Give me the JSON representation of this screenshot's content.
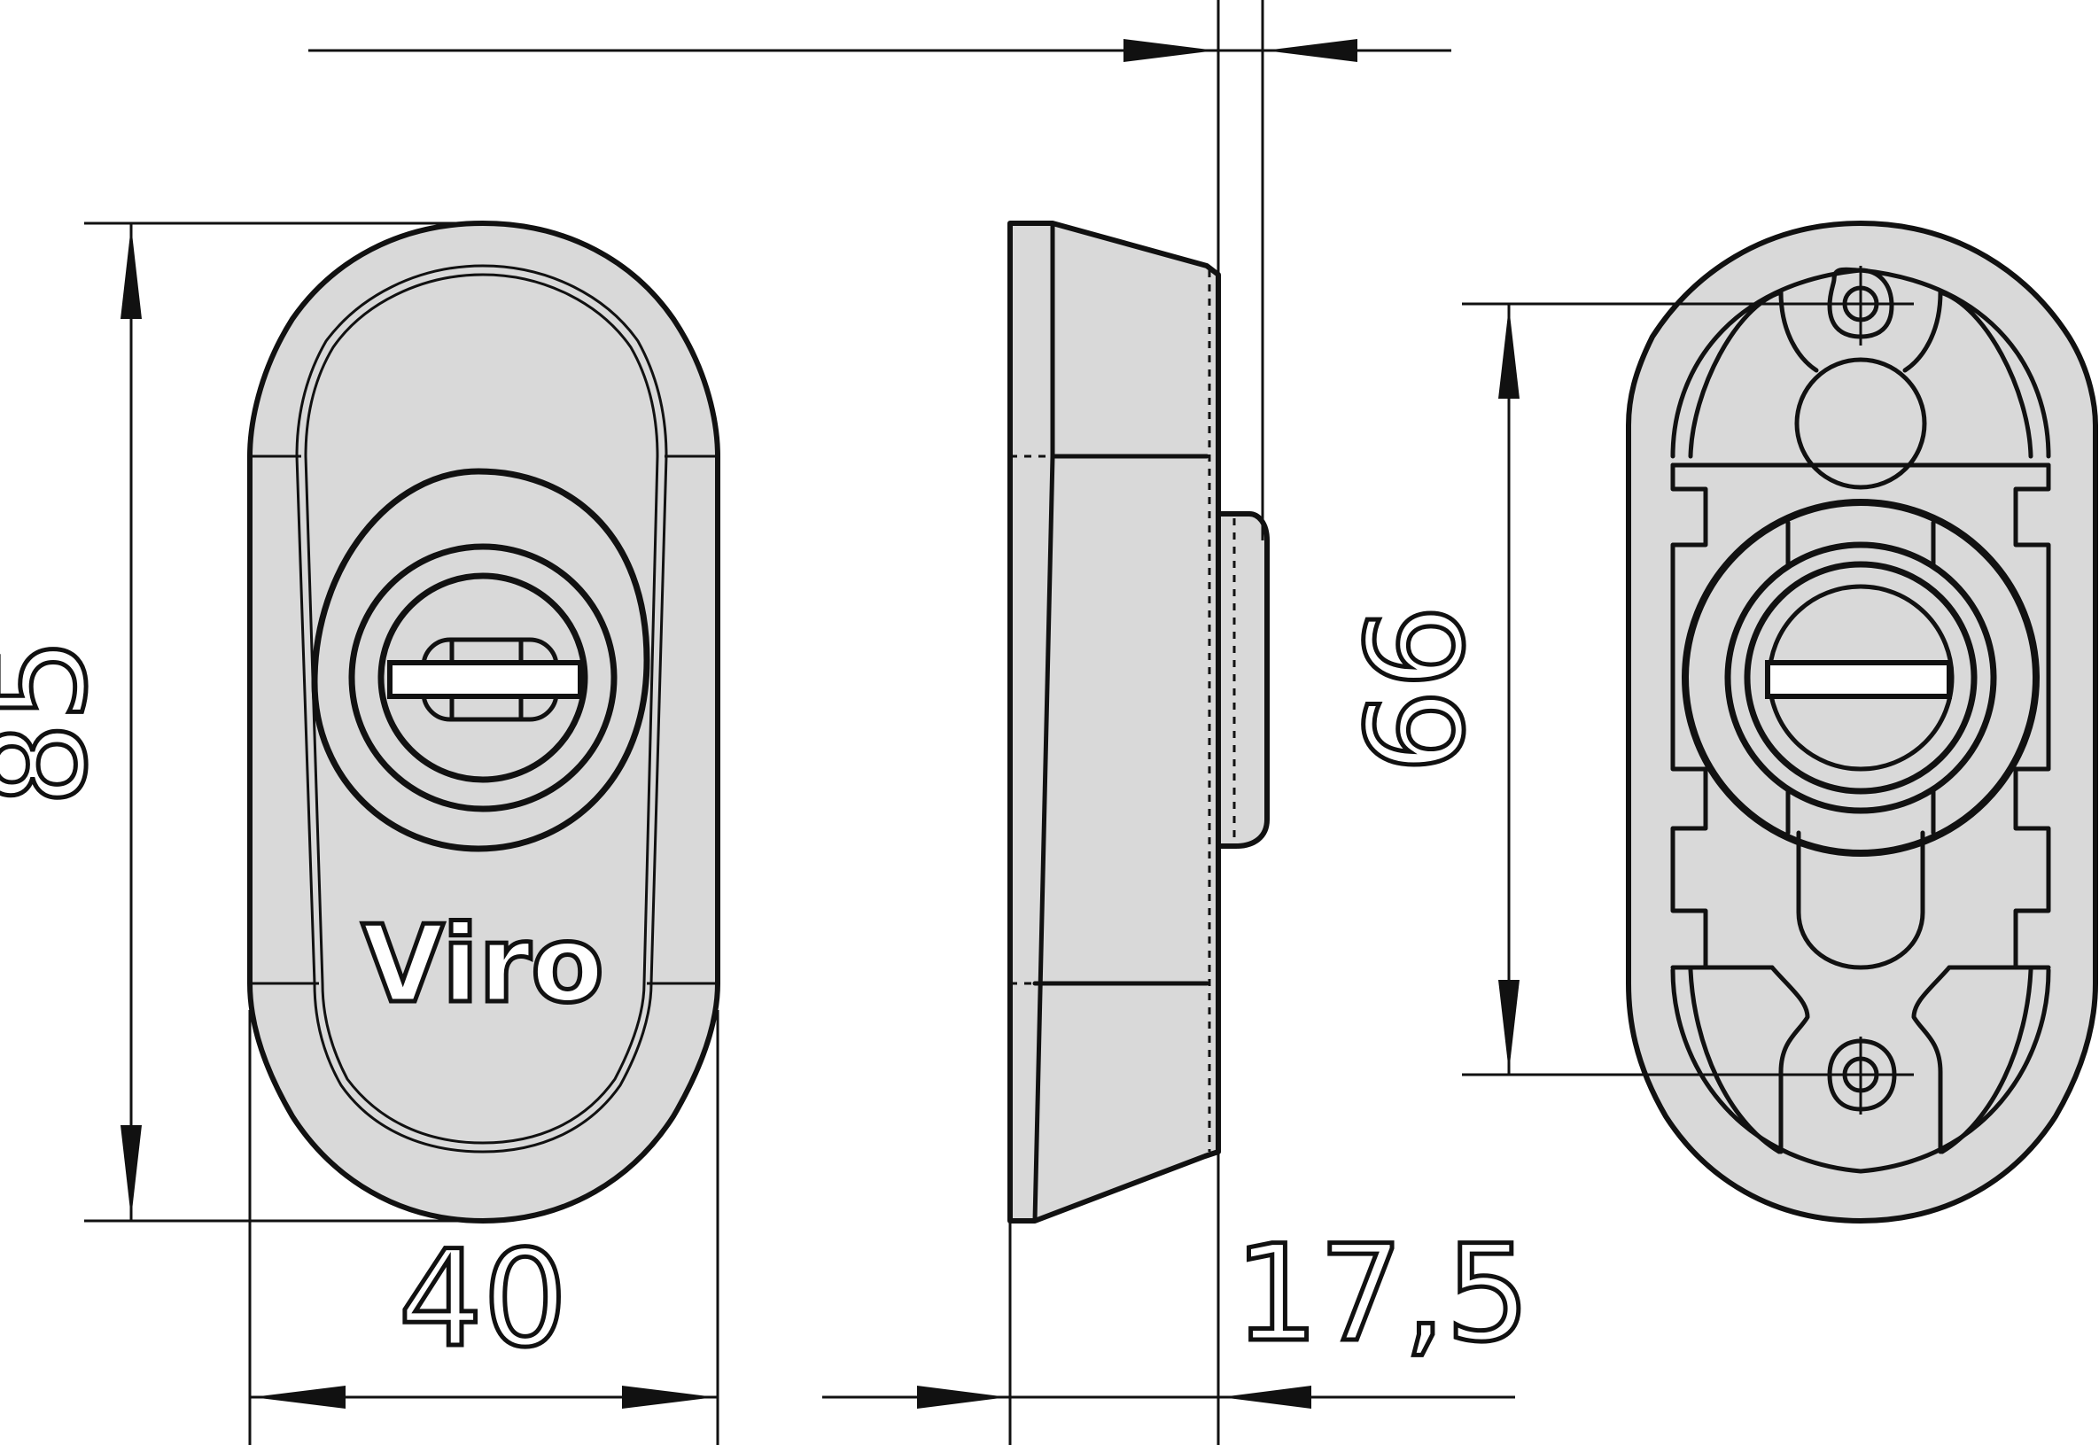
{
  "views": {
    "front": {
      "logo_text": "Viro"
    },
    "side": {},
    "back": {}
  },
  "dimensions": {
    "height": "85",
    "width": "40",
    "depth": "17,5",
    "hole_spacing": "66"
  },
  "colors": {
    "body_fill": "#d9d9d9",
    "line": "#111111",
    "background": "#ffffff"
  }
}
